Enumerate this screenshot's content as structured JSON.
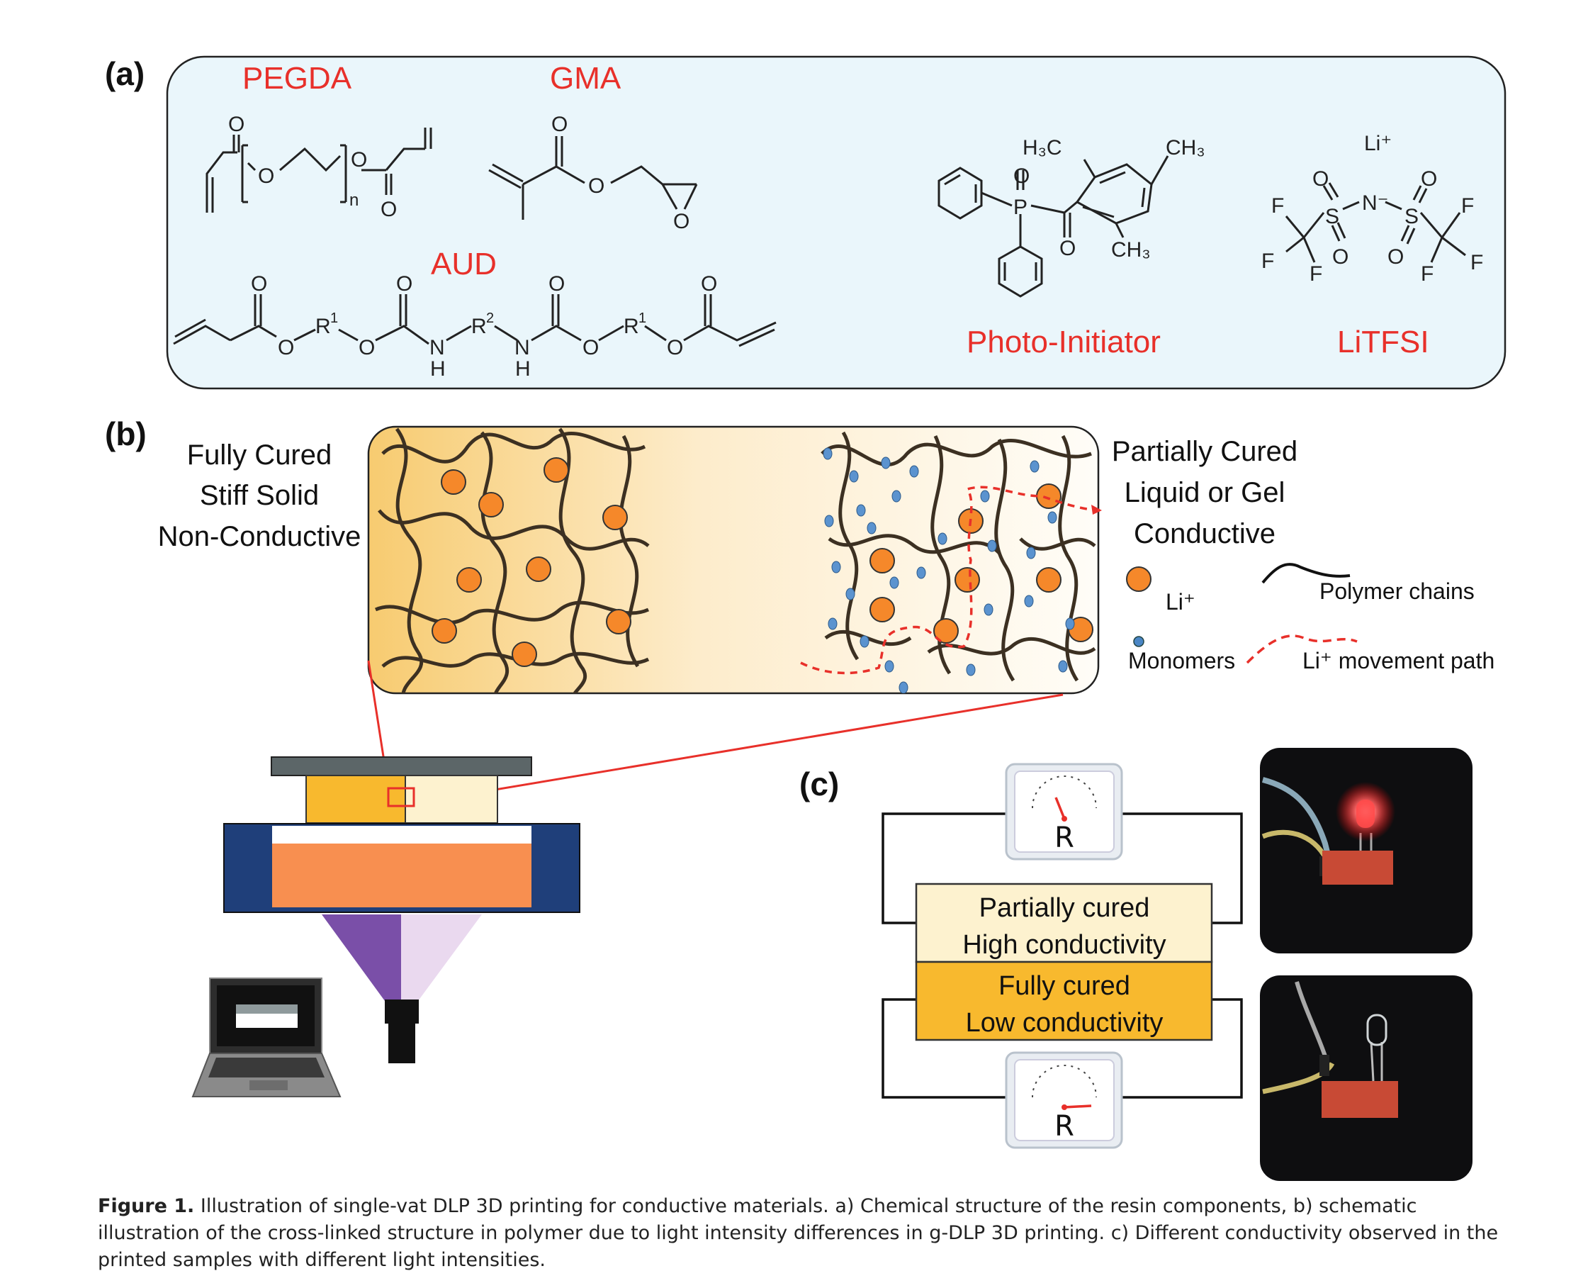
{
  "panels": {
    "a": "(a)",
    "b": "(b)",
    "c": "(c)"
  },
  "panel_a": {
    "pegda": "PEGDA",
    "gma": "GMA",
    "aud": "AUD",
    "photoinitiator": "Photo-Initiator",
    "litfsi": "LiTFSI",
    "atoms": {
      "o": "O",
      "n_sub": "n",
      "r1": "R",
      "r_sup1": "1",
      "r2_sup": "2",
      "n": "N",
      "h": "H",
      "p": "P",
      "s": "S",
      "f": "F",
      "h3c": "H₃C",
      "ch3": "CH₃",
      "li": "Li⁺",
      "n_minus": "N⁻"
    }
  },
  "panel_b": {
    "left_title": [
      "Fully Cured",
      "Stiff Solid",
      "Non-Conductive"
    ],
    "right_title": [
      "Partially Cured",
      "Liquid or Gel",
      "Conductive"
    ],
    "legend": {
      "li": "Li⁺",
      "polymer": "Polymer chains",
      "monomers": "Monomers",
      "path": "Li⁺ movement path"
    }
  },
  "panel_c": {
    "top_box": [
      "Partially cured",
      "High conductivity"
    ],
    "bottom_box": [
      "Fully cured",
      "Low conductivity"
    ],
    "meter_label": "R"
  },
  "caption": {
    "label": "Figure 1.",
    "text": "Illustration of single-vat DLP 3D printing for conductive materials. a) Chemical structure of the resin components, b) schematic illustration of the cross-linked structure in polymer due to light intensity differences in g-DLP 3D printing. c) Different conductivity observed in the printed samples with different light intensities."
  },
  "colors": {
    "red_label": "#e8302a",
    "panel_a_bg": "#eaf6fb",
    "orange_particle": "#f5882a",
    "monomer_blue": "#4a86c5",
    "vat_blue": "#1f3f7a",
    "vat_resin": "#f88f50",
    "fully_cured": "#f8b92e",
    "partially_cured": "#fdf2cf"
  }
}
